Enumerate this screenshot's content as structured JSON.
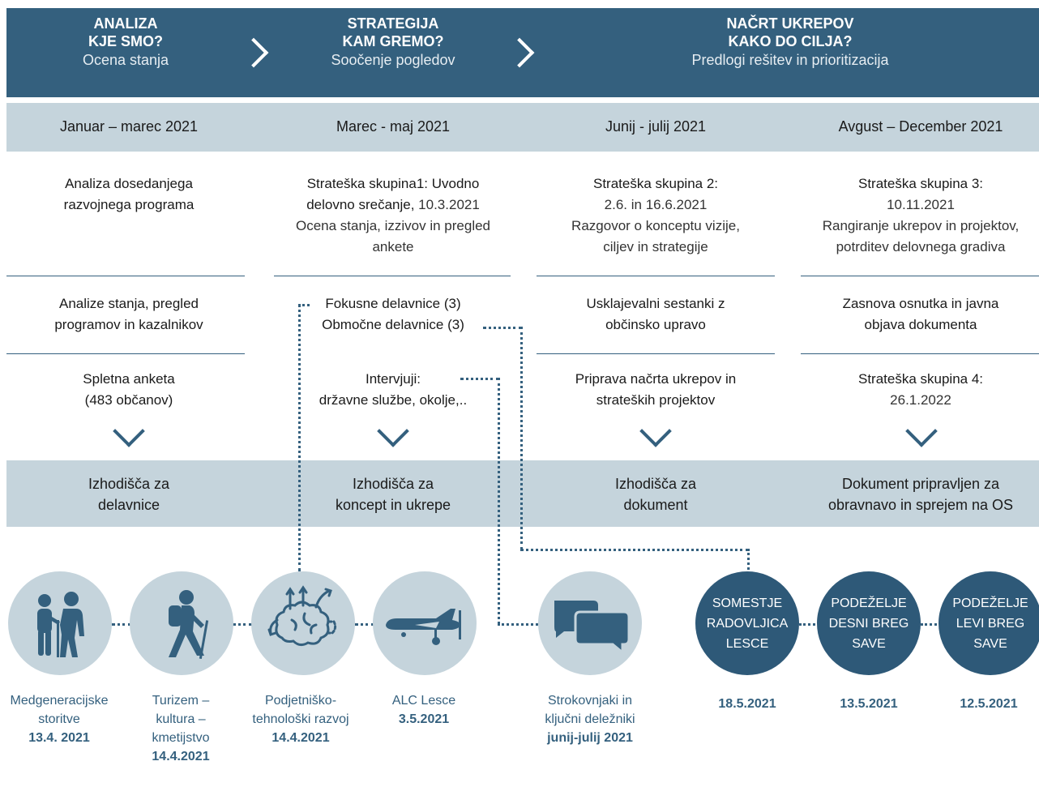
{
  "phases": [
    {
      "title1": "ANALIZA",
      "title2": "KJE SMO?",
      "sub": "Ocena stanja"
    },
    {
      "title1": "STRATEGIJA",
      "title2": "KAM GREMO?",
      "sub": "Soočenje pogledov"
    },
    {
      "title1": "NAČRT UKREPOV",
      "title2": "KAKO DO CILJA?",
      "sub": "Predlogi rešitev in prioritizacija"
    }
  ],
  "dates": [
    "Januar – marec 2021",
    "Marec  - maj 2021",
    "Junij  - julij 2021",
    "Avgust – December 2021"
  ],
  "row1": [
    {
      "l1": "Analiza dosedanjega",
      "l2": "razvojnega programa",
      "l3": "",
      "l4": ""
    },
    {
      "l1": "Strateška skupina1: Uvodno",
      "l2a": "delovno srečanje,",
      "l2b": " 10.3.2021",
      "l3": "Ocena stanja, izzivov in pregled",
      "l4": "ankete"
    },
    {
      "l1": "Strateška skupina 2:",
      "l2": "2.6. in 16.6.2021",
      "l3": "Razgovor o konceptu vizije,",
      "l4": "ciljev in strategije"
    },
    {
      "l1": "Strateška skupina 3:",
      "l2": "10.11.2021",
      "l3": "Rangiranje ukrepov in projektov,",
      "l4": "potrditev delovnega gradiva"
    }
  ],
  "row2": [
    {
      "l1": "Analize stanja, pregled",
      "l2": "programov in kazalnikov"
    },
    {
      "l1": "Fokusne delavnice (3)",
      "l2": "Območne delavnice (3)"
    },
    {
      "l1": "Usklajevalni sestanki z",
      "l2": "občinsko upravo"
    },
    {
      "l1": "Zasnova osnutka in javna",
      "l2": "objava dokumenta"
    }
  ],
  "row3": [
    {
      "l1": "Spletna anketa",
      "l2": "(483 občanov)"
    },
    {
      "l1": "Intervjuji:",
      "l2": "državne službe, okolje,.."
    },
    {
      "l1": "Priprava načrta ukrepov in",
      "l2": "strateških projektov"
    },
    {
      "l1": "Strateška skupina 4:",
      "l2": "26.1.2022"
    }
  ],
  "outputs": [
    {
      "l1": "Izhodišča za",
      "l2": "delavnice"
    },
    {
      "l1": "Izhodišča za",
      "l2": "koncept in ukrepe"
    },
    {
      "l1": "Izhodišča za",
      "l2": "dokument"
    },
    {
      "l1": "Dokument pripravljen za",
      "l2": "obravnavo in sprejem na OS"
    }
  ],
  "workshops": [
    {
      "icon": "elderly-people-icon",
      "c1": "Medgeneracijske",
      "c2": "storitve",
      "c3": "",
      "date": "13.4. 2021"
    },
    {
      "icon": "hiker-icon",
      "c1": "Turizem –",
      "c2": "kultura –",
      "c3": "kmetijstvo",
      "date": "14.4.2021"
    },
    {
      "icon": "brain-arrows-icon",
      "c1": "Podjetniško-",
      "c2": "tehnološki razvoj",
      "c3": "",
      "date": "14.4.2021"
    },
    {
      "icon": "airplane-icon",
      "c1": "ALC Lesce",
      "c2": "",
      "c3": "",
      "date": "3.5.2021"
    },
    {
      "icon": "chat-bubbles-icon",
      "c1": "Strokovnjaki in",
      "c2": "ključni deležniki",
      "c3": "",
      "date": "junij-julij 2021"
    }
  ],
  "areas": [
    {
      "l1": "SOMESTJE",
      "l2": "RADOVLJICA",
      "l3": "LESCE",
      "date": "18.5.2021"
    },
    {
      "l1": "PODEŽELJE",
      "l2": "DESNI BREG",
      "l3": "SAVE",
      "date": "13.5.2021"
    },
    {
      "l1": "PODEŽELJE",
      "l2": "LEVI BREG",
      "l3": "SAVE",
      "date": "12.5.2021"
    }
  ]
}
